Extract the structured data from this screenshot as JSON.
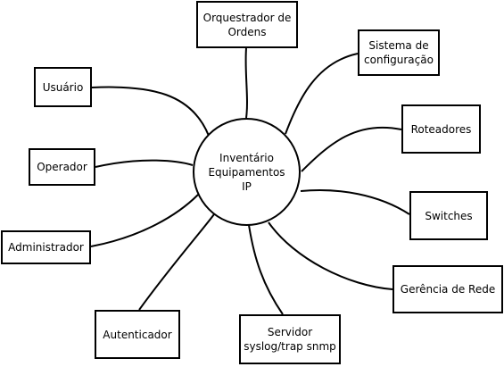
{
  "center": {
    "label": "Inventário\nEquipamentos\nIP"
  },
  "nodes": {
    "orquestrador": "Orquestrador de\nOrdens",
    "sistema": "Sistema de\nconfiguração",
    "usuario": "Usuário",
    "roteadores": "Roteadores",
    "operador": "Operador",
    "switches": "Switches",
    "administrador": "Administrador",
    "gerencia": "Gerência de Rede",
    "autenticador": "Autenticador",
    "servidor": "Servidor\nsyslog/trap snmp"
  }
}
